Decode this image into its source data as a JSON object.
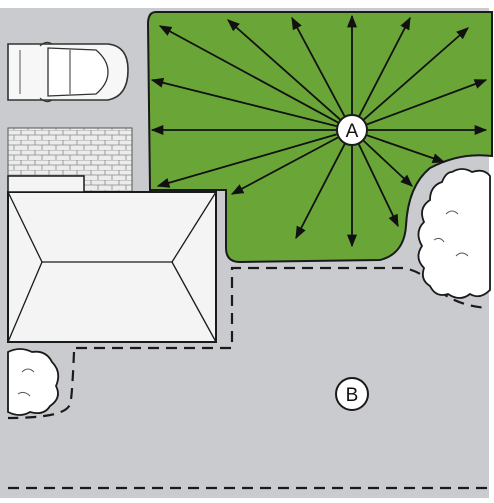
{
  "labels": {
    "point_a": "A",
    "point_b": "B"
  },
  "colors": {
    "ground": "#c9cbcf",
    "lawn": "#6aa637",
    "house_roof": "#f4f4f4",
    "driveway_paving": "#e8e8e8",
    "shrub": "#ffffff",
    "outline": "#1a1a1a",
    "arrow": "#111111"
  },
  "icons": {
    "car": "car-icon",
    "shrub": "shrub-icon",
    "spray_arrow": "arrow-icon"
  },
  "layout_elements": [
    "car",
    "paved-area",
    "house-roof",
    "lawn-area-a",
    "sprinkler-head-a",
    "shrub-right",
    "shrub-left",
    "dashed-bed-outline",
    "open-area-b"
  ]
}
